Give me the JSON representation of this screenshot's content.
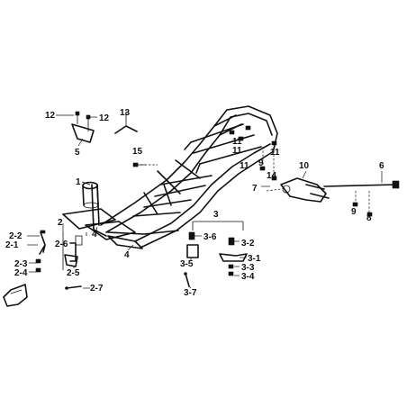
{
  "labels": {
    "l1": "1",
    "l2": "2",
    "l2_1": "2-1",
    "l2_2": "2-2",
    "l2_3": "2-3",
    "l2_4": "2-4",
    "l2_5": "2-5",
    "l2_6": "2-6",
    "l2_7": "2-7",
    "l3": "3",
    "l3_1": "3-1",
    "l3_2": "3-2",
    "l3_3": "3-3",
    "l3_4": "3-4",
    "l3_5": "3-5",
    "l3_6": "3-6",
    "l3_7": "3-7",
    "l4a": "4",
    "l4b": "4",
    "l5": "5",
    "l6": "6",
    "l7": "7",
    "l8": "8",
    "l9a": "9",
    "l9b": "9",
    "l10": "10",
    "l11a": "11",
    "l11b": "11",
    "l11c": "11",
    "l11d": "11",
    "l12a": "12",
    "l12b": "12",
    "l13": "13",
    "l14": "14",
    "l15": "15"
  }
}
